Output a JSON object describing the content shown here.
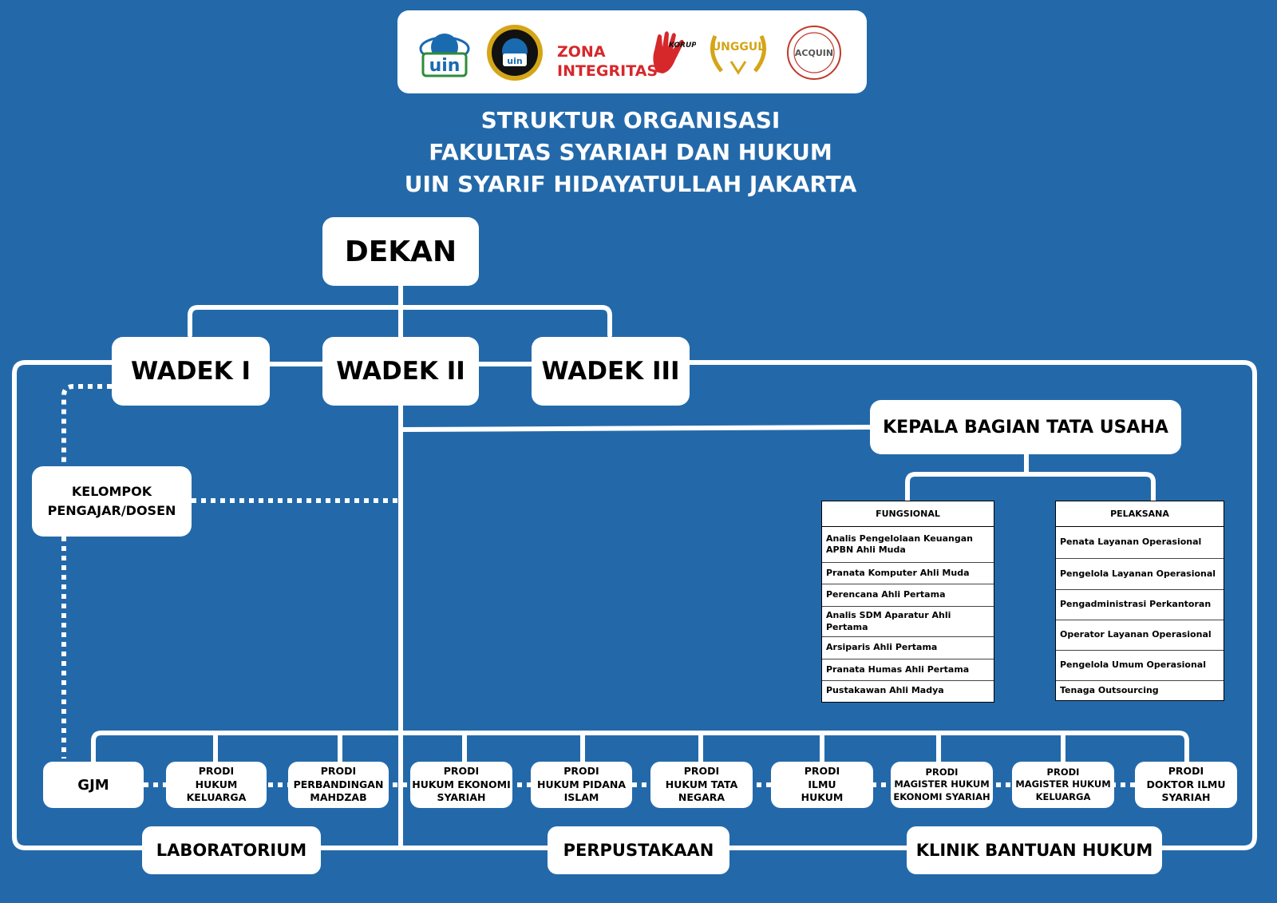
{
  "logos": {
    "uin_text": "uin",
    "zona_line1": "ZONA",
    "zona_line2": "INTEGRITAS",
    "korupsi": "KORUPSI",
    "unggul": "UNGGUL",
    "acquin": "ACQUIN"
  },
  "title": {
    "line1": "STRUKTUR ORGANISASI",
    "line2": "FAKULTAS SYARIAH DAN HUKUM",
    "line3": "UIN SYARIF HIDAYATULLAH JAKARTA"
  },
  "nodes": {
    "dekan": "DEKAN",
    "wadek1": "WADEK I",
    "wadek2": "WADEK II",
    "wadek3": "WADEK III",
    "kabag": "KEPALA BAGIAN TATA USAHA",
    "kelompok": "KELOMPOK\nPENGAJAR/DOSEN",
    "gjm": "GJM",
    "lab": "LABORATORIUM",
    "perpus": "PERPUSTAKAAN",
    "klinik": "KLINIK BANTUAN HUKUM"
  },
  "fungsional": {
    "header": "FUNGSIONAL",
    "items": [
      "Analis Pengelolaan Keuangan APBN Ahli Muda",
      "Pranata Komputer Ahli Muda",
      "Perencana Ahli Pertama",
      "Analis SDM Aparatur Ahli Pertama",
      "Arsiparis Ahli Pertama",
      "Pranata Humas Ahli Pertama",
      "Pustakawan Ahli Madya"
    ]
  },
  "pelaksana": {
    "header": "PELAKSANA",
    "items": [
      "Penata Layanan Operasional",
      "Pengelola Layanan Operasional",
      "Pengadministrasi Perkantoran",
      "Operator Layanan Operasional",
      "Pengelola Umum Operasional",
      "Tenaga Outsourcing"
    ]
  },
  "prodi": [
    "PRODI\nHUKUM\nKELUARGA",
    "PRODI\nPERBANDINGAN\nMAHDZAB",
    "PRODI\nHUKUM EKONOMI\nSYARIAH",
    "PRODI\nHUKUM PIDANA\nISLAM",
    "PRODI\nHUKUM TATA\nNEGARA",
    "PRODI\nILMU\nHUKUM",
    "PRODI\nMAGISTER HUKUM\nEKONOMI SYARIAH",
    "PRODI\nMAGISTER HUKUM\nKELUARGA",
    "PRODI\nDOKTOR ILMU\nSYARIAH"
  ],
  "colors": {
    "background": "#2369aa",
    "box": "#ffffff",
    "line": "#ffffff",
    "zona_red": "#d6282b",
    "unggul_gold": "#d4a517",
    "acquin_red": "#c0392b",
    "uin_blue": "#1a6ab0",
    "uin_green": "#2e8b3a"
  }
}
